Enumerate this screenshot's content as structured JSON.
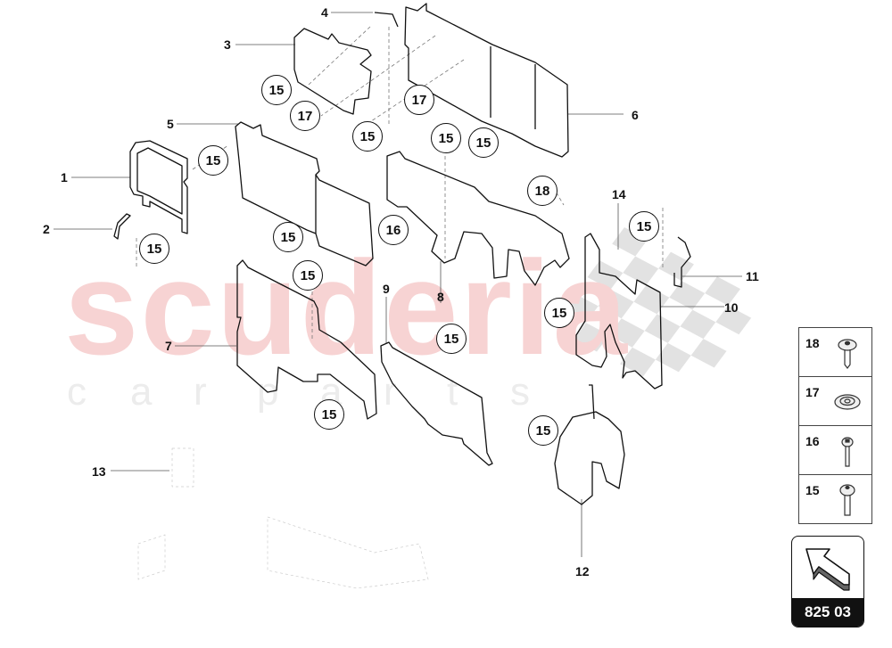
{
  "watermark": {
    "main": "scuderia",
    "sub": [
      "c",
      "a",
      "r",
      "p",
      "a",
      "r",
      "t",
      "s"
    ],
    "main_color": "#f7d3d3",
    "sub_color": "#ececec"
  },
  "part_labels": [
    {
      "id": "1",
      "text": "1"
    },
    {
      "id": "2",
      "text": "2"
    },
    {
      "id": "3",
      "text": "3"
    },
    {
      "id": "4",
      "text": "4"
    },
    {
      "id": "5",
      "text": "5"
    },
    {
      "id": "6",
      "text": "6"
    },
    {
      "id": "7",
      "text": "7"
    },
    {
      "id": "8",
      "text": "8"
    },
    {
      "id": "9",
      "text": "9"
    },
    {
      "id": "10",
      "text": "10"
    },
    {
      "id": "11",
      "text": "11"
    },
    {
      "id": "12",
      "text": "12"
    },
    {
      "id": "13",
      "text": "13"
    },
    {
      "id": "14",
      "text": "14"
    }
  ],
  "callouts": [
    {
      "text": "15"
    },
    {
      "text": "17"
    },
    {
      "text": "15"
    },
    {
      "text": "17"
    },
    {
      "text": "15"
    },
    {
      "text": "15"
    },
    {
      "text": "15"
    },
    {
      "text": "15"
    },
    {
      "text": "15"
    },
    {
      "text": "16"
    },
    {
      "text": "18"
    },
    {
      "text": "15"
    },
    {
      "text": "15"
    },
    {
      "text": "15"
    },
    {
      "text": "15"
    },
    {
      "text": "15"
    },
    {
      "text": "15"
    }
  ],
  "legend": {
    "items": [
      {
        "number": "18",
        "icon": "flanged-bolt-icon"
      },
      {
        "number": "17",
        "icon": "clip-nut-icon"
      },
      {
        "number": "16",
        "icon": "screw-icon"
      },
      {
        "number": "15",
        "icon": "pan-head-screw-icon"
      }
    ]
  },
  "navigation": {
    "code": "825 03",
    "icon": "arrow-up-left-icon"
  },
  "colors": {
    "line": "#111111",
    "dashed": "#777777",
    "checker": "#e0e0e0"
  }
}
